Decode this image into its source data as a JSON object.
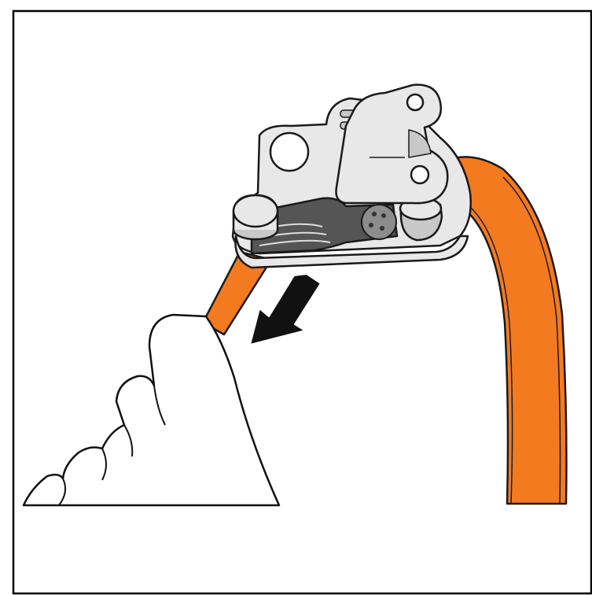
{
  "figure": {
    "kind": "instructional-illustration",
    "subject": "webbing-strap-adjuster",
    "motion_hint": "pull-strap-down-and-left",
    "colors": {
      "strap": "#F47A20",
      "metal_light": "#E8E8E8",
      "metal_mid": "#C8C8C8",
      "metal_dark": "#8C8C8C",
      "cam_dark": "#555555",
      "outline": "#1A1A1A",
      "hand": "#FFFFFF",
      "frame_border": "#000000"
    },
    "icons": [
      "pull-direction-arrow-icon"
    ]
  }
}
